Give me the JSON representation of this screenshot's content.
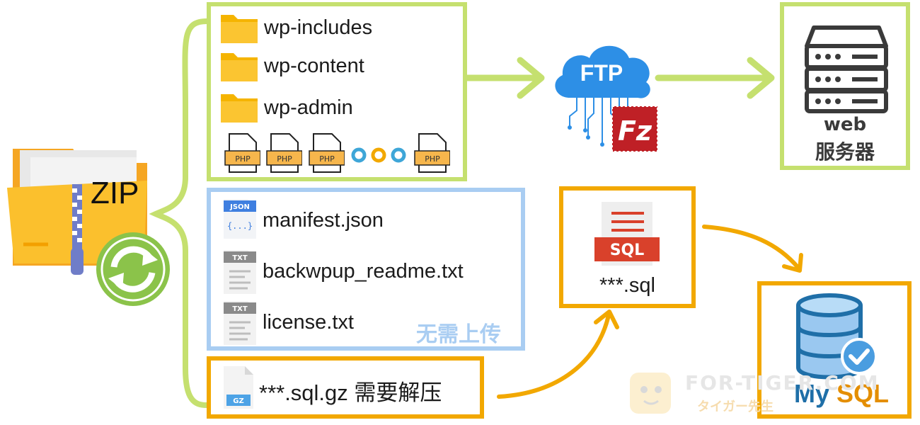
{
  "zip": {
    "label": "ZIP"
  },
  "wp_group": {
    "folders": [
      "wp-includes",
      "wp-content",
      "wp-admin"
    ],
    "php_label": "PHP"
  },
  "misc_group": {
    "files": [
      {
        "name": "manifest.json",
        "badge": "JSON",
        "glyph": "{...}"
      },
      {
        "name": "backwpup_readme.txt",
        "badge": "TXT"
      },
      {
        "name": "license.txt",
        "badge": "TXT"
      }
    ],
    "note": "无需上传"
  },
  "gz_box": {
    "badge": "GZ",
    "label": "***.sql.gz 需要解压"
  },
  "sql_box": {
    "badge": "SQL",
    "label": "***.sql"
  },
  "ftp": {
    "label": "FTP",
    "client_glyph": "Fz"
  },
  "server": {
    "line1": "web",
    "line2": "服务器"
  },
  "mysql": {
    "label": "MySQL"
  },
  "watermark": {
    "main": "FOR-TIGER.COM",
    "sub": "タイガー先生"
  },
  "colors": {
    "green": "#c5e06f",
    "blue": "#a9cdf2",
    "orange": "#f2a800",
    "mysql_blue": "#1f6fa8",
    "mysql_orange": "#e48e00"
  },
  "icons": [
    "folder-icon",
    "zipper-icon",
    "sync-icon",
    "php-file-icon",
    "json-file-icon",
    "txt-file-icon",
    "gz-file-icon",
    "sql-file-icon",
    "ftp-cloud-icon",
    "filezilla-icon",
    "server-icon",
    "database-icon",
    "check-icon"
  ]
}
